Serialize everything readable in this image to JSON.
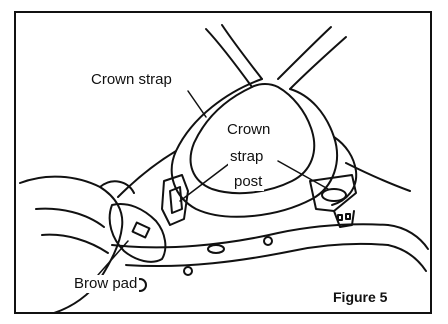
{
  "labels": {
    "crown_strap": "Crown strap",
    "crown_strap_post_line1": "Crown",
    "crown_strap_post_line2": "strap",
    "crown_strap_post_line3": "post",
    "brow_pad": "Brow pad"
  },
  "figure_number": "Figure 5"
}
